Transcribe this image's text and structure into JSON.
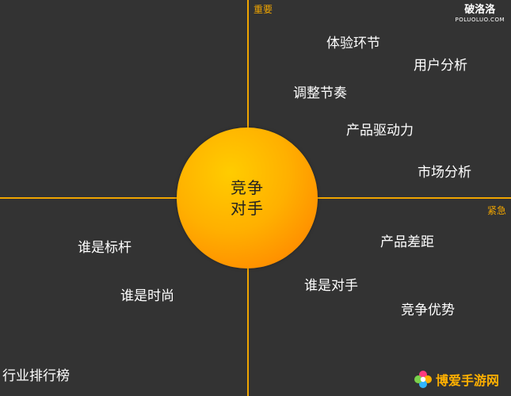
{
  "axes": {
    "vertical_label": "重要",
    "horizontal_label": "紧急",
    "color": "#f0a500"
  },
  "center": {
    "line1": "竞争",
    "line2": "对手"
  },
  "terms": {
    "experience": "体验环节",
    "user_analysis": "用户分析",
    "pacing": "调整节奏",
    "product_drive": "产品驱动力",
    "market_analysis": "市场分析",
    "benchmark": "谁是标杆",
    "fashion": "谁是时尚",
    "industry_ranking": "行业排行榜",
    "product_gap": "产品差距",
    "who_rival": "谁是对手",
    "competitive_edge": "竞争优势"
  },
  "watermarks": {
    "top_cn": "破洛洛",
    "top_en": "POLUOLUO.COM",
    "bottom": "博爱手游网"
  }
}
